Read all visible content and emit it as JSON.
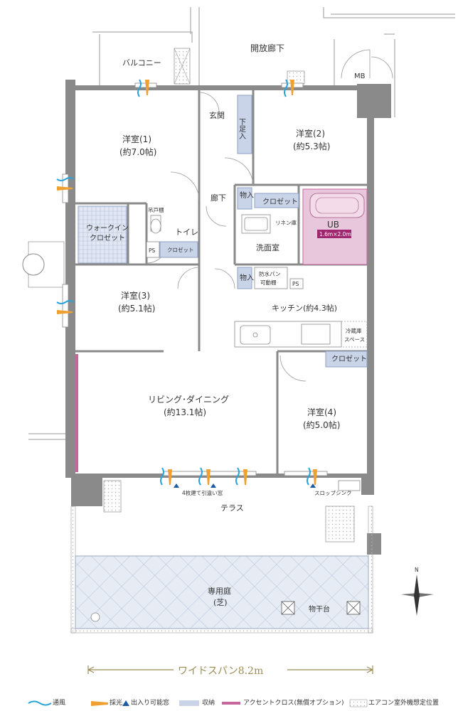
{
  "rooms": {
    "balcony": "バルコニー",
    "open_corridor": "開放廊下",
    "mb": "MB",
    "entrance": "玄関",
    "shoe_storage": "下足入",
    "room1_name": "洋室(1)",
    "room1_size": "(約7.0帖)",
    "room2_name": "洋室(2)",
    "room2_size": "(約5.3帖)",
    "hallway": "廊下",
    "storage_a": "物入",
    "closet_a": "クロゼット",
    "unit_bath": "UB",
    "unit_bath_size": "1.6m×2.0m",
    "hanging_shelf": "吊戸棚",
    "walk_in_line1": "ウォークイン",
    "walk_in_line2": "クロゼット",
    "toilet": "トイレ",
    "linen": "リネン庫",
    "powder_room": "洗面室",
    "ps1": "PS",
    "closet_b": "クロゼット",
    "storage_b": "物入",
    "washer_line1": "防水パン",
    "washer_line2": "可動棚",
    "ps2": "PS",
    "room3_name": "洋室(3)",
    "room3_size": "(約5.1帖)",
    "kitchen": "キッチン(約4.3帖)",
    "fridge_line1": "冷蔵庫",
    "fridge_line2": "スペース",
    "closet_c": "クロゼット",
    "living_name": "リビング･ダイニング",
    "living_size": "(約13.1帖)",
    "room4_name": "洋室(4)",
    "room4_size": "(約5.0帖)",
    "sliding_window": "4枚建て引違い窓",
    "slop_sink": "スロップシンク",
    "terrace": "テラス",
    "garden_name": "専用庭",
    "garden_sub": "(芝)",
    "drying_stand": "物干台",
    "compass": "N",
    "wide_span": "ワイドスパン8.2m"
  },
  "legend": {
    "ventilation": "通風",
    "lighting": "採光",
    "access_window": "出入り可能窓",
    "storage": "収納",
    "accent_cloth": "アクセントクロス(無償オプション)",
    "ac_unit": "エアコン室外機想定位置"
  },
  "colors": {
    "storage": "#c9d4e9",
    "unit_bath": "#e8c6dc",
    "accent": "#c7669e",
    "ventilation": "#2aa4d9",
    "lighting": "#f0a030",
    "access": "#1f5aa6",
    "wide_span_line": "#9b8d57",
    "wall": "#8a8a8a",
    "garden_fill": "#e3e9f3"
  }
}
